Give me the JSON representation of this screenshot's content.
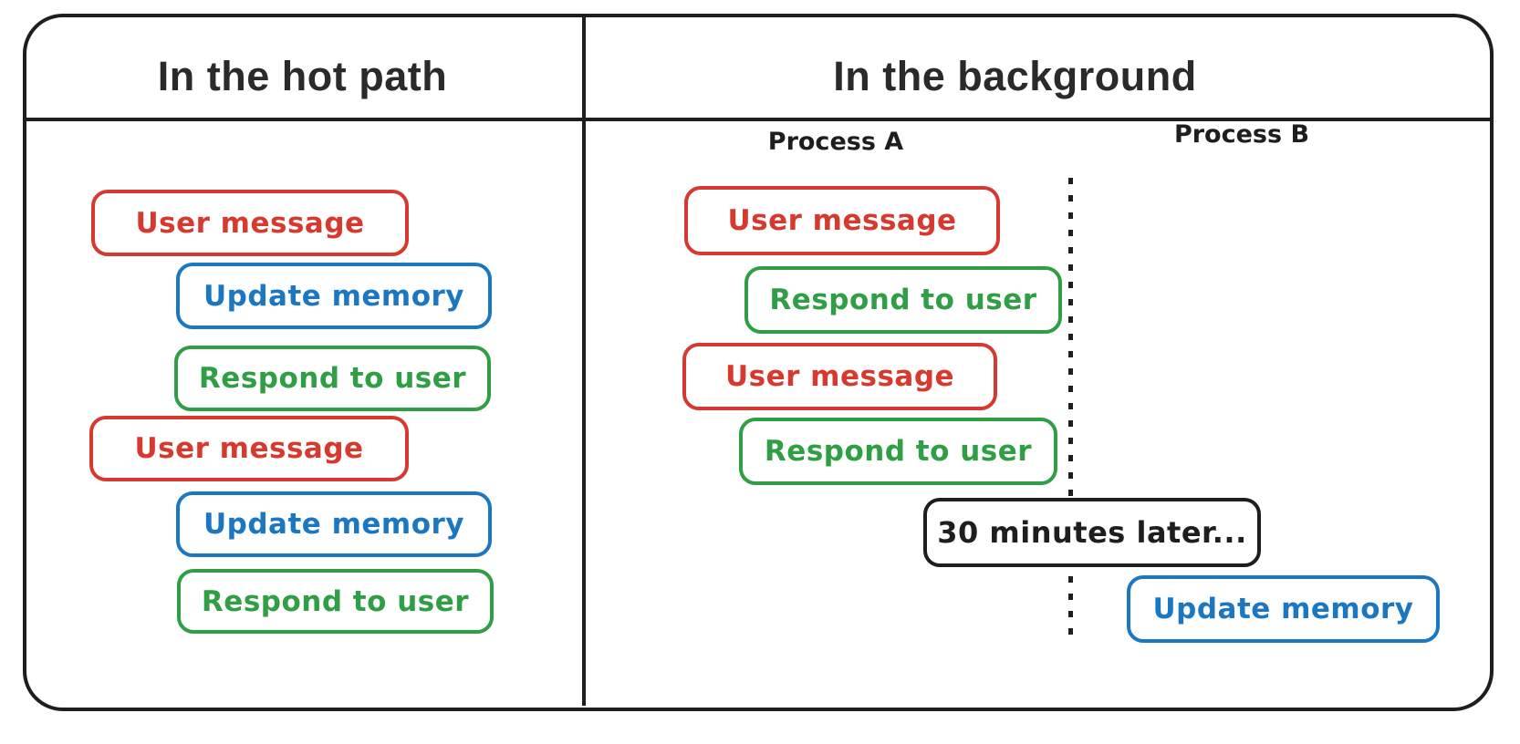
{
  "palette": {
    "red": "#d63a2f",
    "green": "#2f9e44",
    "blue": "#1c77c3",
    "ink": "#1e1e1e"
  },
  "left_panel": {
    "title": "In the hot path",
    "boxes": [
      {
        "label": "User message",
        "color": "red"
      },
      {
        "label": "Update memory",
        "color": "blue"
      },
      {
        "label": "Respond to user",
        "color": "green"
      },
      {
        "label": "User message",
        "color": "red"
      },
      {
        "label": "Update memory",
        "color": "blue"
      },
      {
        "label": "Respond to user",
        "color": "green"
      }
    ]
  },
  "right_panel": {
    "title": "In the background",
    "process_columns": [
      {
        "label": "Process A"
      },
      {
        "label": "Process B"
      }
    ],
    "process_a_boxes": [
      {
        "label": "User message",
        "color": "red"
      },
      {
        "label": "Respond to user",
        "color": "green"
      },
      {
        "label": "User message",
        "color": "red"
      },
      {
        "label": "Respond to user",
        "color": "green"
      }
    ],
    "time_note": {
      "label": "30 minutes later...",
      "color": "ink"
    },
    "process_b_boxes": [
      {
        "label": "Update memory",
        "color": "blue"
      }
    ]
  }
}
